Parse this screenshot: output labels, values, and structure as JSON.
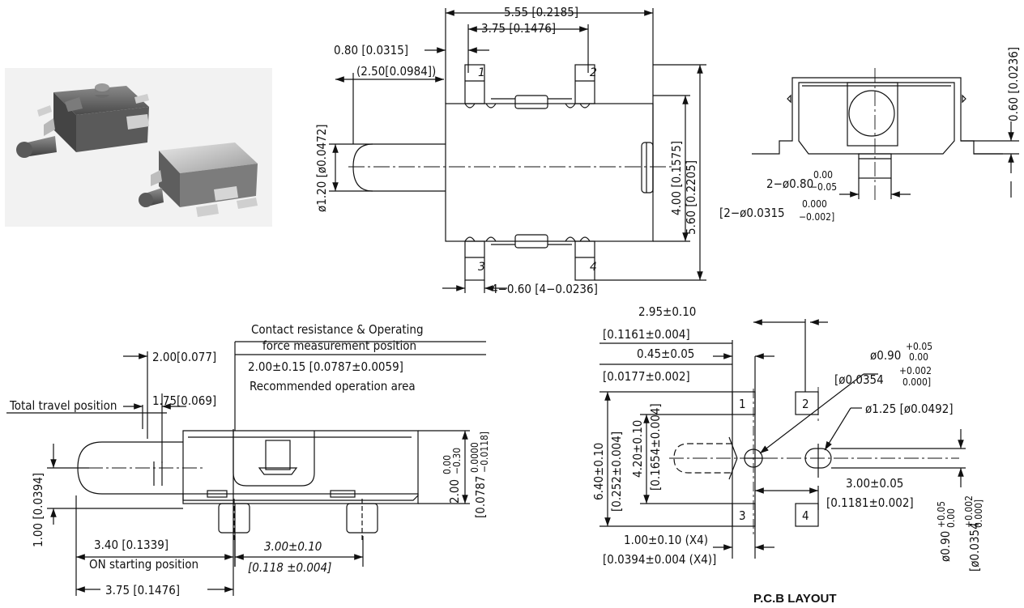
{
  "top_view": {
    "width_total": "5.55 [0.2185]",
    "width_inner": "3.75 [0.1476]",
    "lead_offset": "0.80 [0.0315]",
    "actuator_len": "(2.50[0.0984])",
    "actuator_dia": "ø1.20 [ø0.0472]",
    "body_h_inner": "4.00 [0.1575]",
    "body_h_total": "5.60 [0.2205]",
    "lead_width": "4−0.60 [4−0.0236]",
    "pins": [
      "1",
      "2",
      "3",
      "4"
    ]
  },
  "end_view": {
    "height": "0.60 [0.0236]",
    "post_dia_mm": "2−ø0.80",
    "post_tol_mm_upper": "0.00",
    "post_tol_mm_lower": "−0.05",
    "post_dia_in": "[2−ø0.0315",
    "post_tol_in_upper": "0.000",
    "post_tol_in_lower": "−0.002]"
  },
  "side_view": {
    "contact_note_1": "Contact resistance & Operating",
    "contact_note_2": "force measurement position",
    "dim_200": "2.00[0.077]",
    "dim_200_tol": "2.00±0.15 [0.0787±0.0059]",
    "recommended": "Recommended operation area",
    "total_travel": "Total travel position",
    "dim_175": "1.75[0.069]",
    "dim_1_00": "1.00 [0.0394]",
    "height_mm": "2.00",
    "height_mm_tol_upper": "0.00",
    "height_mm_tol_lower": "−0.30",
    "height_in": "[0.0787",
    "height_in_tol_upper": "0.0000",
    "height_in_tol_lower": "−0.0118]",
    "dim_340": "3.40 [0.1339]",
    "on_start": "ON starting position",
    "dim_300": "3.00±0.10",
    "dim_300_in": "[0.118 ±0.004]",
    "dim_375": "3.75 [0.1476]"
  },
  "pcb": {
    "dim_295": "2.95±0.10",
    "dim_295_in": "[0.1161±0.004]",
    "dim_045": "0.45±0.05",
    "dim_045_in": "[0.0177±0.002]",
    "hole_090": "ø0.90",
    "hole_090_tol_upper": "+0.05",
    "hole_090_tol_lower": "0.00",
    "hole_090_in": "[ø0.0354",
    "hole_090_in_tol_upper": "+0.002",
    "hole_090_in_tol_lower": "0.000]",
    "hole_125": "ø1.25 [ø0.0492]",
    "dim_640": "6.40±0.10",
    "dim_640_in": "[0.252±0.004]",
    "dim_420": "4.20±0.10",
    "dim_420_in": "[0.1654±0.004]",
    "dim_300": "3.00±0.05",
    "dim_300_in": "[0.1181±0.002]",
    "dim_100": "1.00±0.10  (X4)",
    "dim_100_in": "[0.0394±0.004  (X4)]",
    "hole_090_v": "ø0.90",
    "hole_090_v_tol_upper": "+0.05",
    "hole_090_v_tol_lower": "0.00",
    "hole_090_v_in": "[ø0.0354",
    "hole_090_v_in_tol_upper": "+0.002",
    "hole_090_v_in_tol_lower": "0.000]",
    "pads": [
      "1",
      "2",
      "3",
      "4"
    ],
    "title": "P.C.B LAYOUT"
  }
}
